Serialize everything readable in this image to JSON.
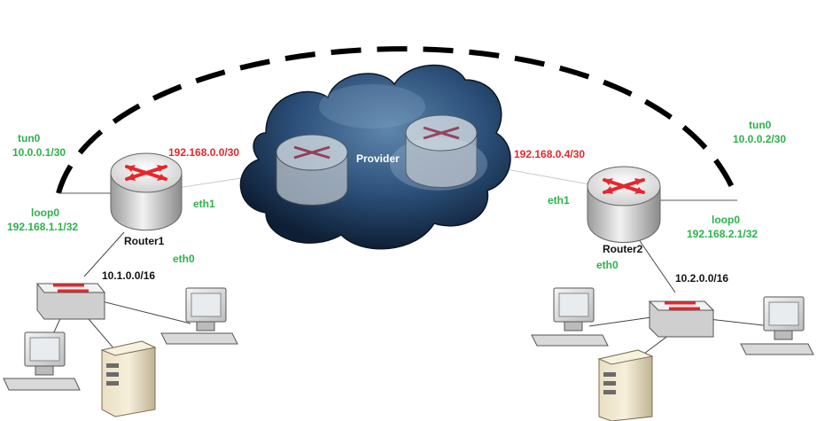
{
  "colors": {
    "interface_label": "#2db24a",
    "provider_subnet": "#e8262b",
    "text_dark": "#111111",
    "tunnel": "#000000",
    "cloud": "#1f3f66"
  },
  "provider": {
    "name": "Provider"
  },
  "router1": {
    "name": "Router1",
    "tun_name": "tun0",
    "tun_addr": "10.0.0.1/30",
    "loop_name": "loop0",
    "loop_addr": "192.168.1.1/32",
    "eth1": "eth1",
    "eth0": "eth0",
    "wan_subnet": "192.168.0.0/30",
    "lan_subnet": "10.1.0.0/16"
  },
  "router2": {
    "name": "Router2",
    "tun_name": "tun0",
    "tun_addr": "10.0.0.2/30",
    "loop_name": "loop0",
    "loop_addr": "192.168.2.1/32",
    "eth1": "eth1",
    "eth0": "eth0",
    "wan_subnet": "192.168.0.4/30",
    "lan_subnet": "10.2.0.0/16"
  }
}
